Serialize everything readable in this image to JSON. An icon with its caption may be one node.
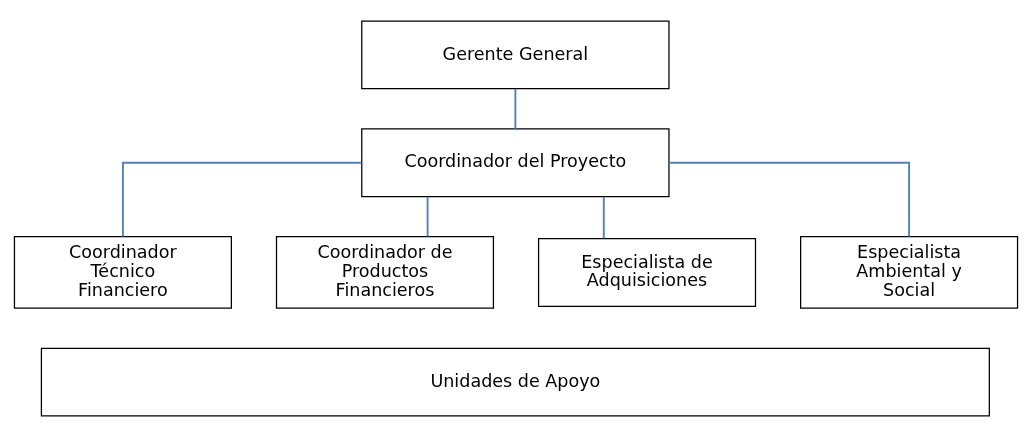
{
  "diagram": {
    "nodes": [
      {
        "text": [
          "Gerente General"
        ]
      },
      {
        "text": [
          "Coordinador del Proyecto"
        ]
      },
      {
        "text": [
          "Coordinador Técnico Financiero"
        ]
      },
      {
        "text": [
          "Coordinador de Productos Financieros"
        ]
      },
      {
        "text": [
          "Especialista de Adquisiciones"
        ]
      },
      {
        "text": [
          "Especialista Ambiental y Social"
        ]
      },
      {
        "text": [
          "Unidades de Apoyo"
        ]
      }
    ],
    "edges": [
      {
        "from": 0,
        "to": 1,
        "arrow": "none"
      },
      {
        "from": 1,
        "to": 2,
        "arrow": "none"
      },
      {
        "from": 1,
        "to": 3,
        "arrow": "none"
      },
      {
        "from": 1,
        "to": 4,
        "arrow": "none"
      },
      {
        "from": 1,
        "to": 5,
        "arrow": "none"
      }
    ]
  }
}
